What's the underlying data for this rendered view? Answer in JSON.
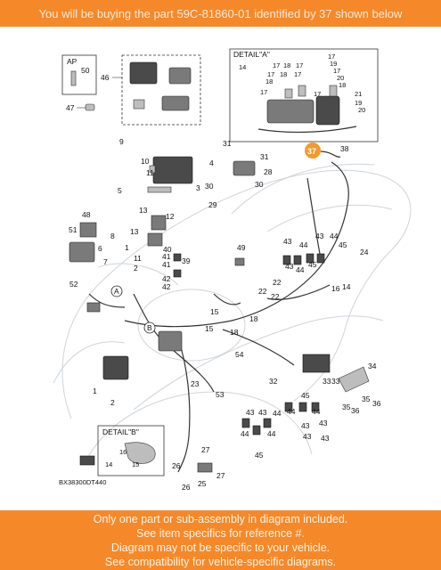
{
  "banner_top": "You will be buying the part 59C-81860-01 identified by 37 shown below",
  "banner_bottom": [
    "Only one part or sub-assembly in diagram included.",
    "See item specifics for reference #.",
    "Diagram may not be specific to your vehicle.",
    "See compatibility for vehicle-specific diagrams."
  ],
  "diagram": {
    "ap_label": "AP",
    "detail_a": "DETAIL\"A\"",
    "detail_b": "DETAIL\"B\"",
    "marker_a": "A",
    "marker_b": "B",
    "highlight_ref": "37",
    "drawing_code": "BX38300DT440",
    "colors": {
      "banner": "#f5892a",
      "highlight": "#f39a2c"
    }
  }
}
